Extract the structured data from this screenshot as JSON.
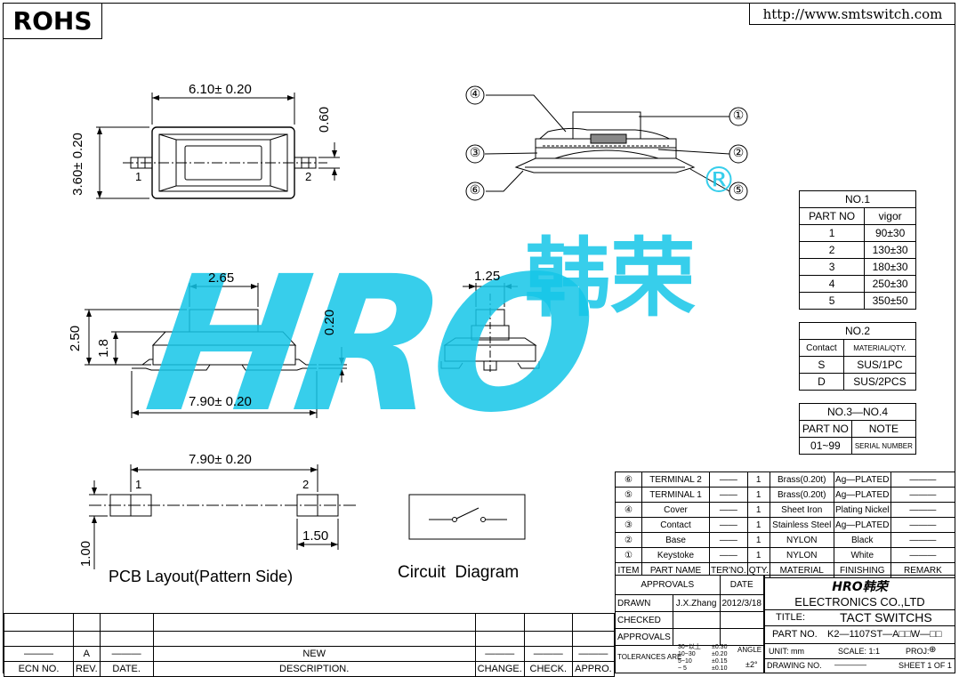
{
  "header": {
    "rohs_label": "ROHS",
    "url": "http://www.smtswitch.com"
  },
  "top_view": {
    "width_dim": "6.10± 0.20",
    "height_dim": "3.60± 0.20",
    "terminal_dim": "0.60",
    "pin1": "1",
    "pin2": "2"
  },
  "section_view": {
    "callouts": [
      "④",
      "③",
      "⑥",
      "①",
      "②",
      "⑤"
    ]
  },
  "watermark": {
    "latin": "HRO",
    "cjk": "韩荣",
    "registered": "®"
  },
  "side_view": {
    "stem_width": "2.65",
    "total_height": "2.50",
    "body_height": "1.8",
    "terminal_thickness": "0.20",
    "length_dim": "7.90± 0.20"
  },
  "end_view": {
    "stem_width": "1.25"
  },
  "pcb_layout": {
    "length_dim": "7.90± 0.20",
    "pad_width": "1.50",
    "pad_height": "1.00",
    "pin1": "1",
    "pin2": "2",
    "caption": "PCB Layout(Pattern Side)"
  },
  "circuit": {
    "caption": "Circuit  Diagram"
  },
  "force_table": {
    "title": "NO.1",
    "headers": [
      "PART  NO",
      "vigor"
    ],
    "rows": [
      [
        "1",
        "90±30"
      ],
      [
        "2",
        "130±30"
      ],
      [
        "3",
        "180±30"
      ],
      [
        "4",
        "250±30"
      ],
      [
        "5",
        "350±50"
      ]
    ]
  },
  "contact_table": {
    "title": "NO.2",
    "headers": [
      "Contact",
      "MATERIAL/QTY."
    ],
    "rows": [
      [
        "S",
        "SUS/1PC"
      ],
      [
        "D",
        "SUS/2PCS"
      ]
    ]
  },
  "serial_table": {
    "title": "NO.3—NO.4",
    "headers": [
      "PART  NO",
      "NOTE"
    ],
    "rows": [
      [
        "01~99",
        "SERIAL NUMBER"
      ]
    ]
  },
  "bom": {
    "rows": [
      {
        "item": "⑥",
        "part": "TERMINAL  2",
        "ter": "——",
        "qty": "1",
        "material": "Brass(0.20t)",
        "finish": "Ag—PLATED",
        "remark": "———"
      },
      {
        "item": "⑤",
        "part": "TERMINAL  1",
        "ter": "——",
        "qty": "1",
        "material": "Brass(0.20t)",
        "finish": "Ag—PLATED",
        "remark": "———"
      },
      {
        "item": "④",
        "part": "Cover",
        "ter": "——",
        "qty": "1",
        "material": "Sheet  Iron",
        "finish": "Plating Nickel",
        "remark": "———"
      },
      {
        "item": "③",
        "part": "Contact",
        "ter": "——",
        "qty": "1",
        "material": "Stainless  Steel",
        "finish": "Ag—PLATED",
        "remark": "———"
      },
      {
        "item": "②",
        "part": "Base",
        "ter": "——",
        "qty": "1",
        "material": "NYLON",
        "finish": "Black",
        "remark": "———"
      },
      {
        "item": "①",
        "part": "Keystoke",
        "ter": "——",
        "qty": "1",
        "material": "NYLON",
        "finish": "White",
        "remark": "———"
      }
    ],
    "headers": {
      "item": "ITEM",
      "part": "PART  NAME",
      "ter": "TER'NO.",
      "qty": "QTY.",
      "material": "MATERIAL",
      "finish": "FINISHING",
      "remark": "REMARK"
    }
  },
  "title_block": {
    "approvals_label": "APPROVALS",
    "date_label": "DATE",
    "drawn_label": "DRAWN",
    "drawn_by": "J.X.Zhang",
    "drawn_date": "2012/3/18",
    "checked_label": "CHECKED",
    "approvals_row_label": "APPROVALS",
    "company_logo_text": "HRO韩荣",
    "company_name": "ELECTRONICS  CO.,LTD",
    "title_label": "TITLE:",
    "title_value": "TACT  SWITCHS",
    "part_no_label": "PART  NO.",
    "part_no_value": "K2—1107ST—A□□W—□□",
    "tolerances_label": "TOLERANCES  ARE",
    "tol_ranges": [
      "30~以上",
      "10~30",
      "5~10",
      "~ 5"
    ],
    "tol_values": [
      "±0.30",
      "±0.20",
      "±0.15",
      "±0.10"
    ],
    "angle_label": "ANGLE",
    "angle_value": "±2°",
    "unit": "UNIT:  mm",
    "scale": "SCALE:   1:1",
    "proj_label": "PROJ:",
    "drawing_no_label": "DRAWING  NO.",
    "drawing_no_value": "————",
    "sheet": "SHEET   1  OF  1"
  },
  "revision_block": {
    "row": {
      "rev": "A",
      "date": "———",
      "desc": "NEW",
      "change": "———",
      "check": "———",
      "appro": "———",
      "ecn": "———"
    },
    "headers": {
      "ecn": "ECN  NO.",
      "rev": "REV.",
      "date": "DATE.",
      "desc": "DESCRIPTION.",
      "change": "CHANGE.",
      "check": "CHECK.",
      "appro": "APPRO."
    }
  }
}
